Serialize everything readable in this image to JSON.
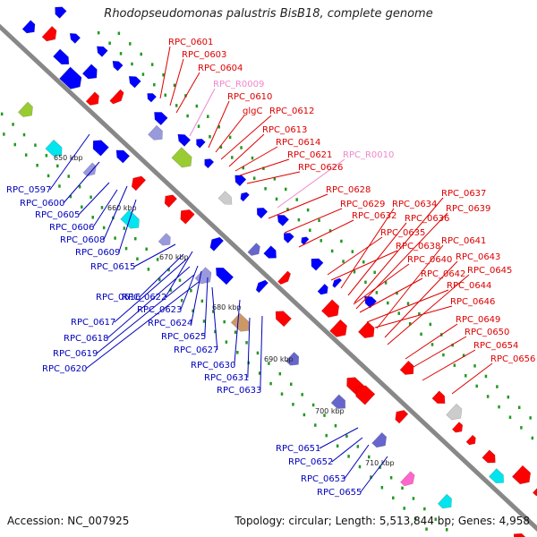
{
  "title": "Rhodopseudomonas palustris BisB18, complete genome",
  "footer": {
    "accession": "Accession: NC_007925",
    "topology": "Topology: circular; Length: 5,513,844 bp; Genes: 4,958"
  },
  "colors": {
    "backbone": "#888888",
    "forward_label": "#dd0000",
    "reverse_label": "#0000bb",
    "rna_label": "#ee88cc",
    "forward_gene": "#ff0000",
    "reverse_gene": "#0000ff",
    "tick_dots": "#229922"
  },
  "scale_labels": [
    "650 kbp",
    "660 kbp",
    "670 kbp",
    "680 kbp",
    "690 kbp",
    "700 kbp",
    "710 kbp"
  ],
  "forward_labels": [
    "RPC_0601",
    "RPC_0603",
    "RPC_0604",
    "RPC_R0009",
    "RPC_0610",
    "glgC",
    "RPC_0612",
    "RPC_0613",
    "RPC_0614",
    "RPC_0621",
    "RPC_R0010",
    "RPC_0626",
    "RPC_0628",
    "RPC_0629",
    "RPC_0632",
    "RPC_0634",
    "RPC_0635",
    "RPC_0636",
    "RPC_0637",
    "RPC_0638",
    "RPC_0639",
    "RPC_0640",
    "RPC_0641",
    "RPC_0642",
    "RPC_0643",
    "RPC_0644",
    "RPC_0645",
    "RPC_0646",
    "RPC_0649",
    "RPC_0650",
    "RPC_0654",
    "RPC_0656"
  ],
  "reverse_labels": [
    "RPC_0597",
    "RPC_0600",
    "RPC_0605",
    "RPC_0606",
    "RPC_0608",
    "RPC_0609",
    "RPC_0615",
    "RPC_0616",
    "RPC_0622",
    "RPC_0617",
    "RPC_0623",
    "RPC_0618",
    "RPC_0624",
    "RPC_0619",
    "RPC_0625",
    "RPC_0620",
    "RPC_0627",
    "RPC_0630",
    "RPC_0631",
    "RPC_0633",
    "RPC_0651",
    "RPC_0652",
    "RPC_0653",
    "RPC_0655"
  ]
}
